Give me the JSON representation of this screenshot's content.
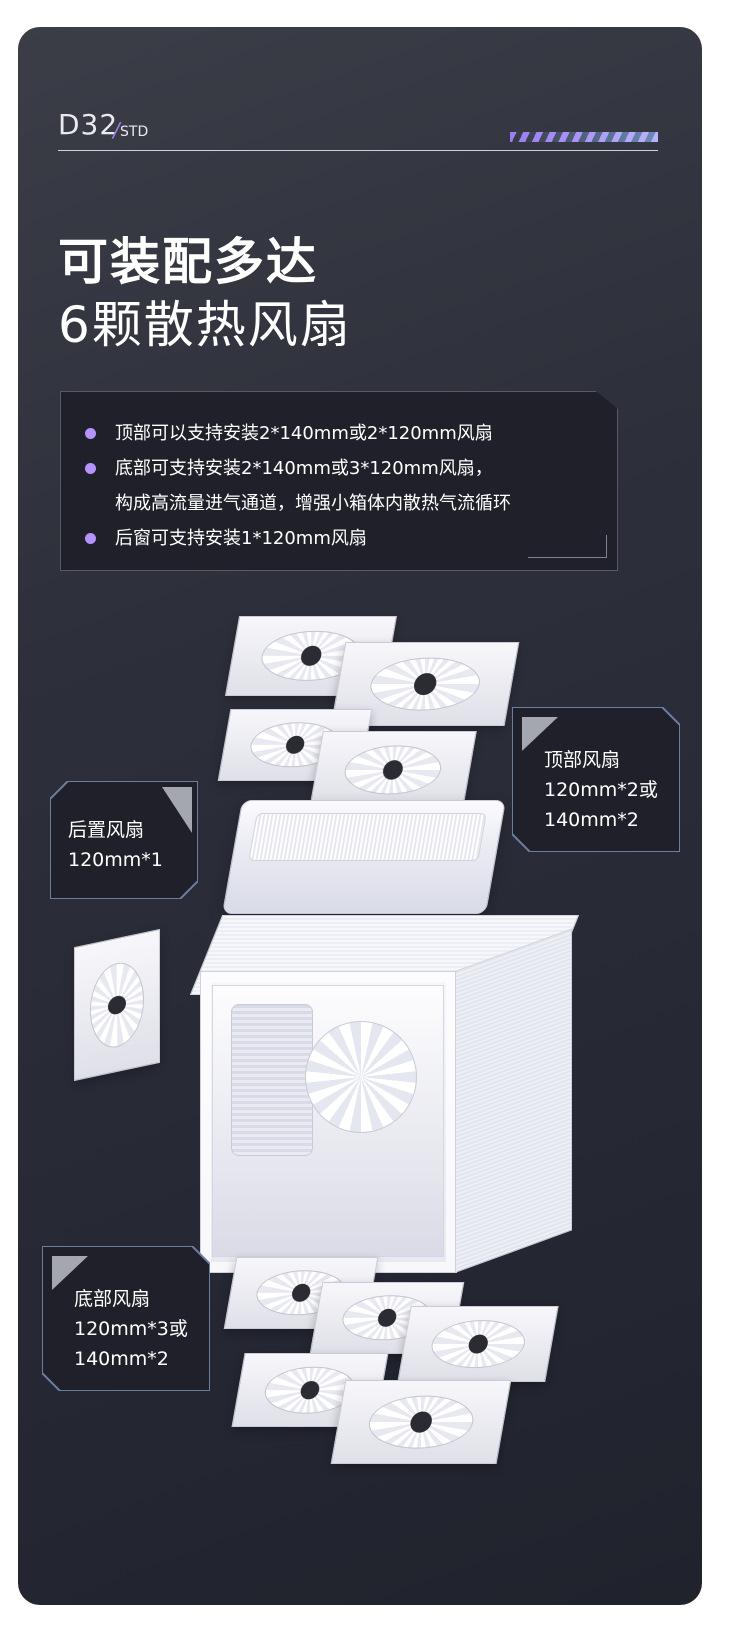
{
  "header": {
    "model_main": "D32",
    "model_sub": "STD",
    "model_slash": "/"
  },
  "headline": {
    "line1": "可装配多达",
    "line2": "6颗散热风扇"
  },
  "features": [
    "顶部可以支持安装2*140mm或2*120mm风扇",
    "底部可支持安装2*140mm或3*120mm风扇，",
    "构成高流量进气通道，增强小箱体内散热气流循环",
    "后窗可支持安装1*120mm风扇"
  ],
  "callouts": {
    "rear": {
      "title": "后置风扇",
      "detail": "120mm*1"
    },
    "top": {
      "title": "顶部风扇",
      "detail1": "120mm*2或",
      "detail2": "140mm*2"
    },
    "bottom": {
      "title": "底部风扇",
      "detail1": "120mm*3或",
      "detail2": "140mm*2"
    }
  },
  "colors": {
    "card_bg": "#2b2d37",
    "accent_purple": "#b593ff",
    "stripe_blue": "#6eaaff",
    "text": "#ffffff",
    "outline": "#6b7ea0"
  }
}
